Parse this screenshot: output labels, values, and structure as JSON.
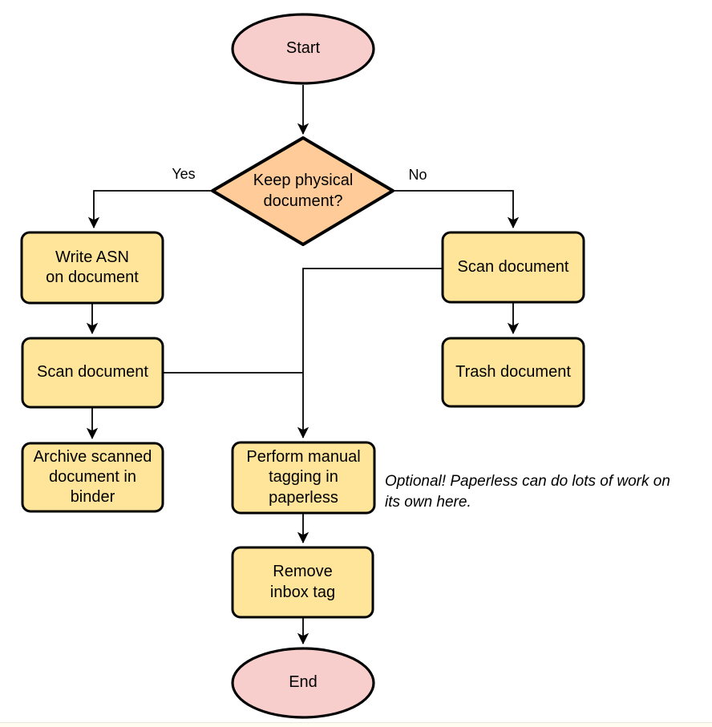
{
  "colors": {
    "background": "#ffffff",
    "terminal_fill": "#f8cecc",
    "decision_fill": "#ffcc99",
    "process_fill": "#ffe599",
    "shape_stroke": "#000000",
    "connector_stroke": "#000000",
    "text": "#000000"
  },
  "nodes": {
    "start": {
      "label": "Start"
    },
    "keep_physical": {
      "label": "Keep physical\ndocument?"
    },
    "write_asn": {
      "label": "Write ASN\non document"
    },
    "scan_document_left": {
      "label": "Scan document"
    },
    "archive_binder": {
      "label": "Archive scanned\ndocument in\nbinder"
    },
    "scan_document_right": {
      "label": "Scan document"
    },
    "trash_document": {
      "label": "Trash document"
    },
    "manual_tagging": {
      "label": "Perform manual\ntagging in\npaperless"
    },
    "remove_inbox_tag": {
      "label": "Remove\ninbox tag"
    },
    "end": {
      "label": "End"
    }
  },
  "edge_labels": {
    "yes": "Yes",
    "no": "No"
  },
  "note": {
    "text": "Optional! Paperless can do lots of work on\nits own here."
  }
}
